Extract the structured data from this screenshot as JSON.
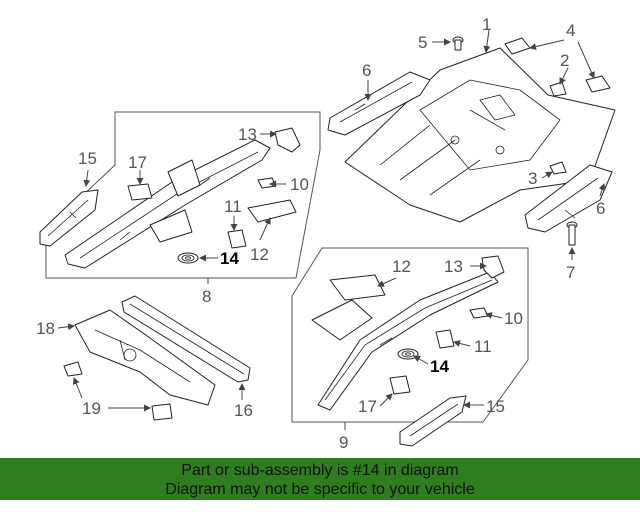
{
  "callouts": {
    "c1": "1",
    "c2": "2",
    "c3": "3",
    "c4": "4",
    "c5": "5",
    "c6a": "6",
    "c6b": "6",
    "c7": "7",
    "c8": "8",
    "c9": "9",
    "c10a": "10",
    "c10b": "10",
    "c11a": "11",
    "c11b": "11",
    "c12a": "12",
    "c12b": "12",
    "c13a": "13",
    "c13b": "13",
    "c14a": "14",
    "c14b": "14",
    "c15a": "15",
    "c15b": "15",
    "c16": "16",
    "c17a": "17",
    "c17b": "17",
    "c18": "18",
    "c19": "19"
  },
  "highlight_part": "14",
  "banner": {
    "line1": "Part or sub-assembly is #14 in diagram",
    "line2": "Diagram may not be specific to your vehicle",
    "color": "#2e7d1e"
  }
}
